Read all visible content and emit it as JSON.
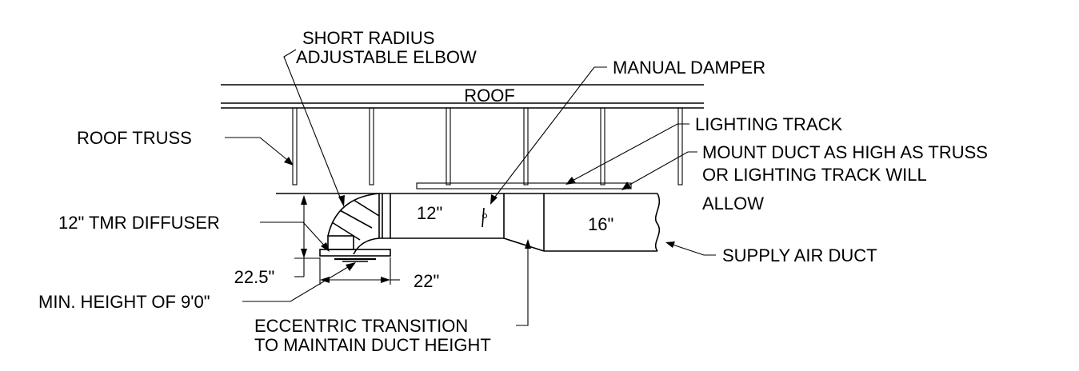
{
  "labels": {
    "short_radius_line1": "SHORT RADIUS",
    "short_radius_line2": "ADJUSTABLE ELBOW",
    "manual_damper": "MANUAL DAMPER",
    "roof": "ROOF",
    "lighting_track": "LIGHTING TRACK",
    "roof_truss": "ROOF TRUSS",
    "mount_line1": "MOUNT DUCT AS HIGH AS TRUSS",
    "mount_line2": "OR LIGHTING TRACK WILL",
    "mount_line3": "ALLOW",
    "diffuser": "12\" TMR DIFFUSER",
    "duct_12": "12\"",
    "duct_16": "16\"",
    "supply_air_duct": "SUPPLY AIR DUCT",
    "dim_height": "22.5\"",
    "dim_width": "22\"",
    "min_height": "MIN. HEIGHT OF 9'0\"",
    "eccentric_line1": "ECCENTRIC TRANSITION",
    "eccentric_line2": "TO MAINTAIN DUCT HEIGHT"
  }
}
